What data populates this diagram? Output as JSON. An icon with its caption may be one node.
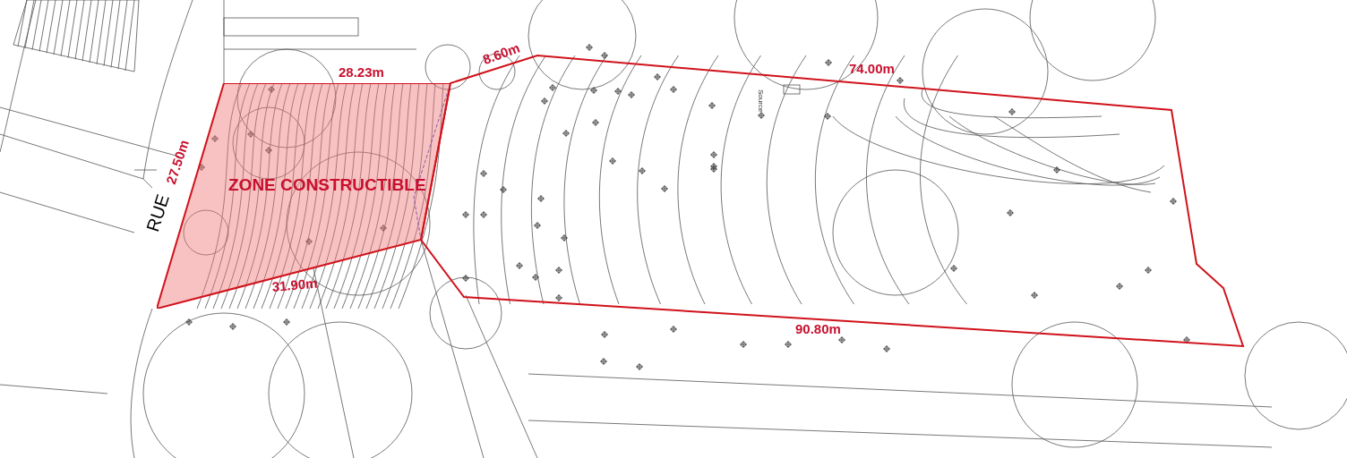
{
  "diagram": {
    "nodes": [
      {
        "text": [
          "ZONE CONSTRUCTIBLE"
        ]
      }
    ],
    "labels": [
      "28.23m",
      "8.60m",
      "74.00m",
      "27.50m",
      "RUE",
      "31.90m",
      "Source",
      "90.80m"
    ]
  }
}
